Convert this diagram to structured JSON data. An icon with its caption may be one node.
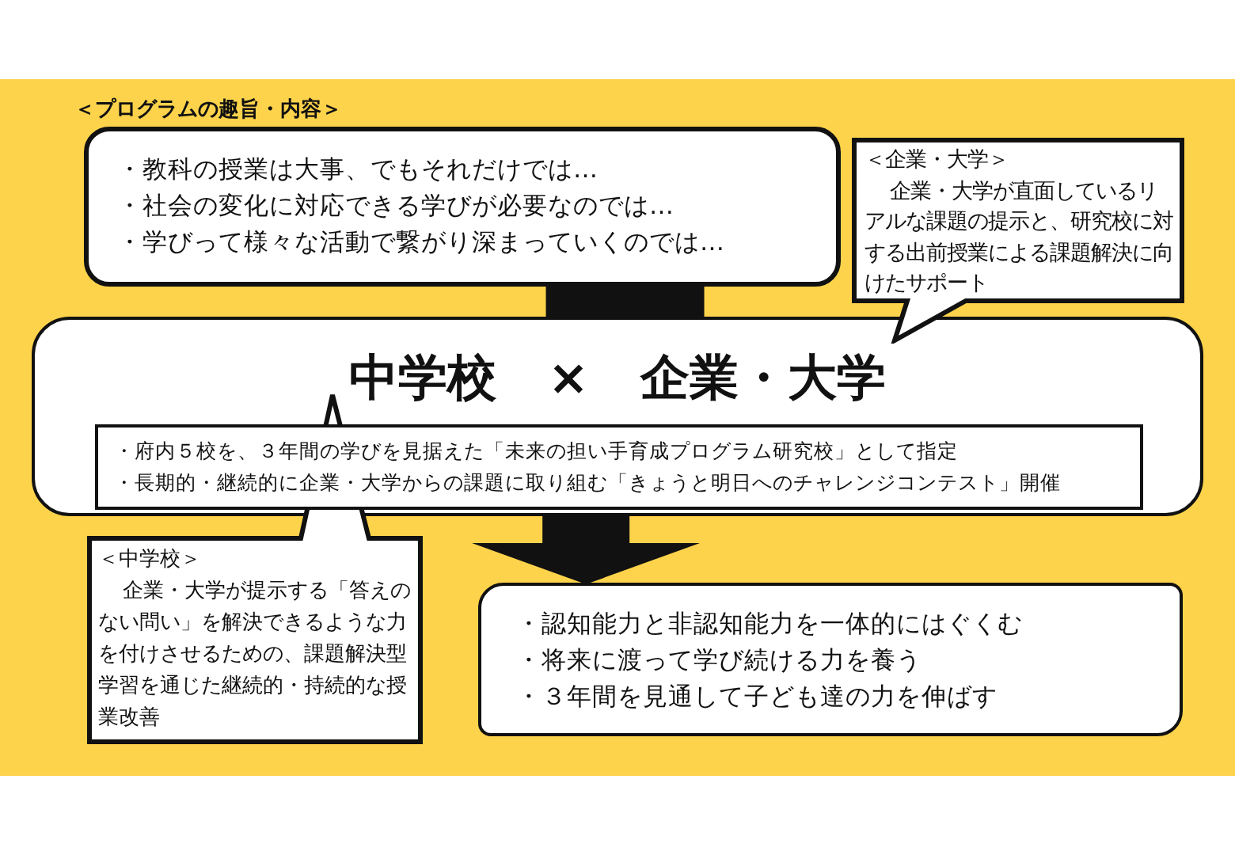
{
  "diagram": {
    "nodes": [
      {
        "text": [
          "＜プログラムの趣旨・内容＞",
          "・教科の授業は大事、でもそれだけでは…",
          "・社会の変化に対応できる学びが必要なのでは…",
          "・学びって様々な活動で繋がり深まっていくのでは…"
        ]
      },
      {
        "text": [
          "＜企業・大学＞",
          "企業・大学が直面しているリアルな課題の提示と、研究校に対する出前授業による課題解決に向けたサポート"
        ]
      },
      {
        "text": [
          "中学校 × 企業・大学"
        ]
      },
      {
        "text": [
          "・府内５校を、３年間の学びを見据えた「未来の担い手育成プログラム研究校」として指定",
          "・長期的・継続的に企業・大学からの課題に取り組む「きょうと明日へのチャレンジコンテスト」開催"
        ],
        "in": 2
      },
      {
        "text": [
          "＜中学校＞",
          "企業・大学が提示する「答えのない問い」を解決できるような力を付けさせるための、課題解決型学習を通じた継続的・持続的な授業改善"
        ]
      },
      {
        "text": [
          "・認知能力と非認知能力を一体的にはぐくむ",
          "・将来に渡って学び続ける力を養う",
          "・３年間を見通して子ども達の力を伸ばす"
        ]
      }
    ],
    "edges": [
      {
        "from": 0,
        "to": 2,
        "arrow": "none",
        "style": "thick"
      },
      {
        "from": 2,
        "to": 5,
        "arrow": "to"
      }
    ]
  }
}
